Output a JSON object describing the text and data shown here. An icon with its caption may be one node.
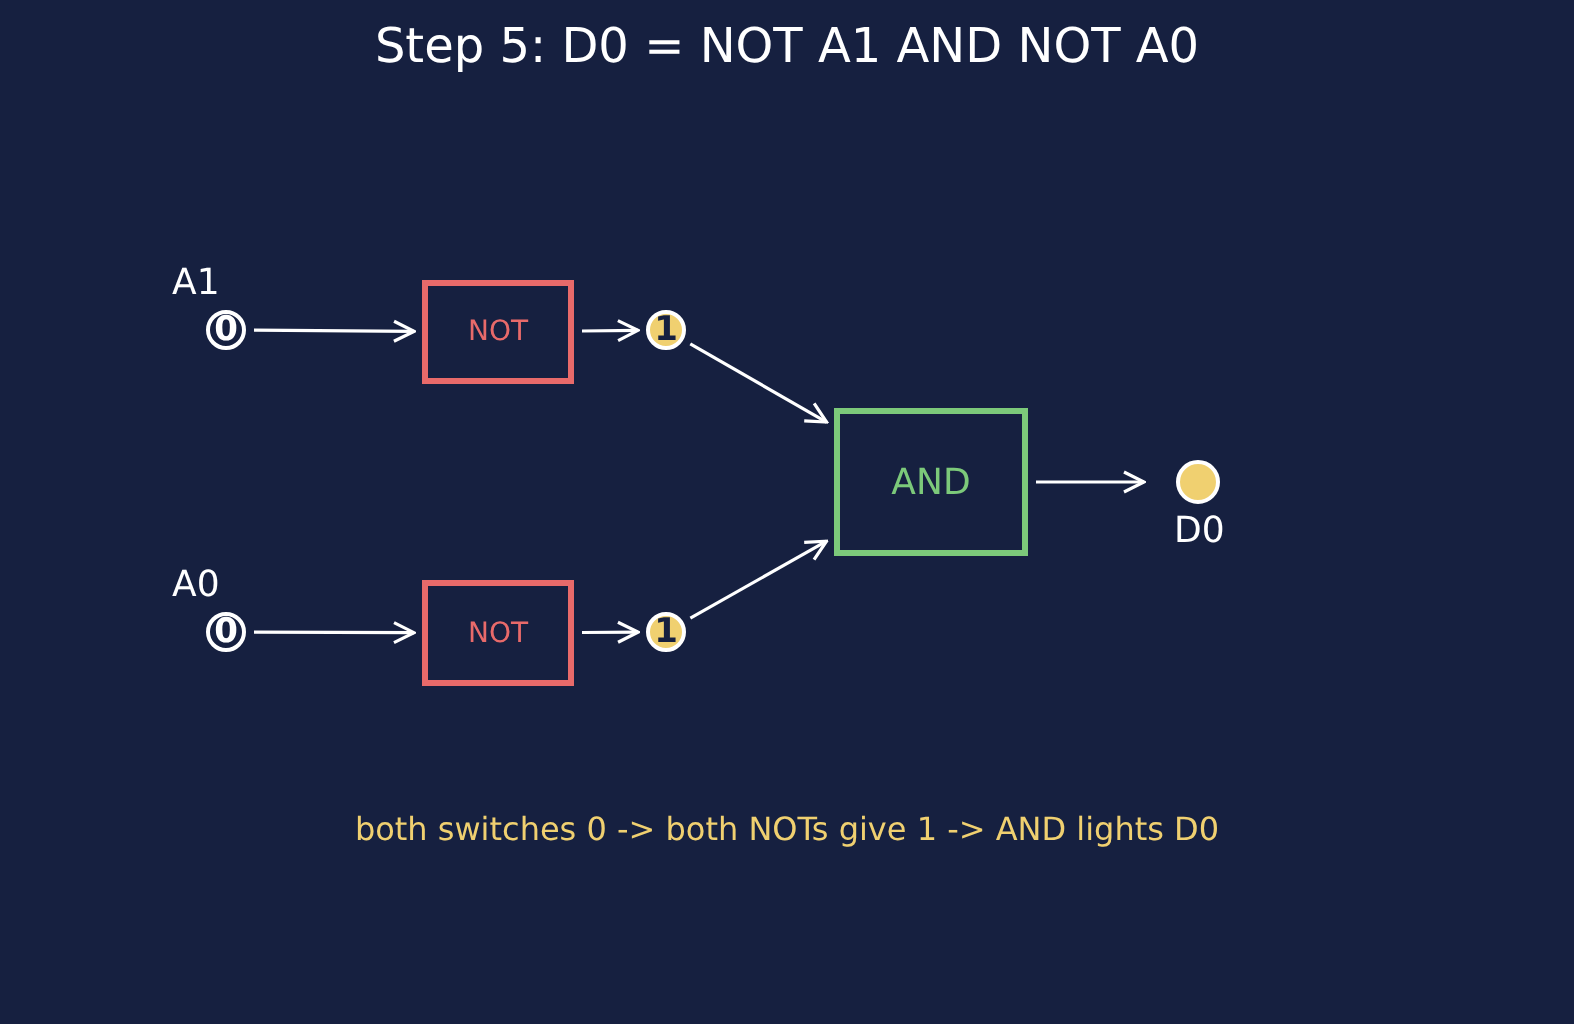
{
  "diagram": {
    "title": "Step 5: D0 = NOT A1 AND NOT A0",
    "caption": "both switches 0 -> both NOTs give 1 -> AND lights D0",
    "nodes": [
      {
        "text": [
          "A1",
          "0"
        ]
      },
      {
        "text": [
          "NOT"
        ]
      },
      {
        "text": [
          "1"
        ]
      },
      {
        "text": [
          "A0",
          "0"
        ]
      },
      {
        "text": [
          "NOT"
        ]
      },
      {
        "text": [
          "1"
        ]
      },
      {
        "text": [
          "AND"
        ]
      },
      {
        "text": [
          "D0"
        ]
      }
    ],
    "edges": [
      {
        "from": 0,
        "to": 1,
        "arrow": "to"
      },
      {
        "from": 1,
        "to": 2,
        "arrow": "to"
      },
      {
        "from": 2,
        "to": 6,
        "arrow": "to"
      },
      {
        "from": 3,
        "to": 4,
        "arrow": "to"
      },
      {
        "from": 4,
        "to": 5,
        "arrow": "to"
      },
      {
        "from": 5,
        "to": 6,
        "arrow": "to"
      },
      {
        "from": 6,
        "to": 7,
        "arrow": "to"
      }
    ]
  }
}
